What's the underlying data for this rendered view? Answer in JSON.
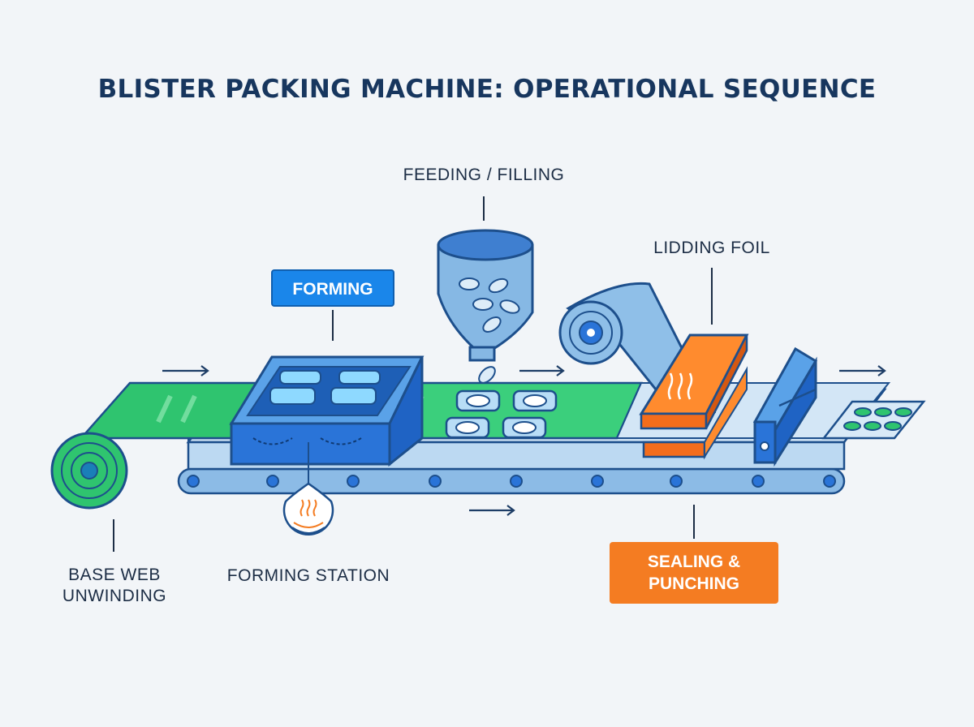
{
  "title": "BLISTER PACKING MACHINE: OPERATIONAL SEQUENCE",
  "labels": {
    "feeding": "FEEDING / FILLING",
    "forming": "FORMING",
    "lidding": "LIDDING FOIL",
    "base_web_line1": "BASE WEB",
    "base_web_line2": "UNWINDING",
    "forming_station": "FORMING STATION",
    "sealing_line1": "SEALING &",
    "sealing_line2": "PUNCHING"
  },
  "colors": {
    "title": "#17365e",
    "base_web": "#2fc46f",
    "conveyor": "#bcd9f2",
    "outline": "#1d4f8c",
    "forming_box": "#2a74d8",
    "hopper": "#86b8e4",
    "sealing": "#f47c22",
    "accent_blue": "#1a86ea"
  },
  "icons": [
    "direction-arrow-icon",
    "heat-icon"
  ]
}
